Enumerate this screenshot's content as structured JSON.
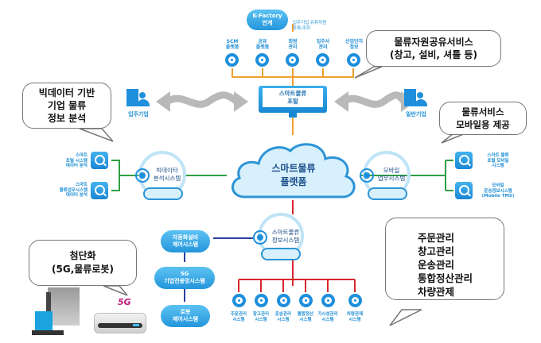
{
  "top": {
    "kfactory_cloud": {
      "line1": "K-Factory",
      "line2": "연계"
    },
    "kfactory_note": {
      "line1": "입주기업 유휴자원",
      "line2": "등록/조회"
    },
    "modules": [
      {
        "line1": "SCM",
        "line2": "플랫폼"
      },
      {
        "line1": "공유",
        "line2": "플랫폼"
      },
      {
        "line1": "회원",
        "line2": "관리"
      },
      {
        "line1": "입주사",
        "line2": "관리"
      },
      {
        "line1": "산업단지",
        "line2": "정보"
      }
    ]
  },
  "portal": {
    "line1": "스마트물류",
    "line2": "포털"
  },
  "tenant_company": {
    "label": "입주기업"
  },
  "general_company": {
    "label": "일반기업"
  },
  "callouts": {
    "resource_sharing": {
      "line1": "물류자원공유서비스",
      "line2": "(창고, 설비, 셔틀 등)"
    },
    "bigdata": {
      "line1": "빅데이터 기반",
      "line2": "기업 물류",
      "line3": "정보 분석"
    },
    "mobile": {
      "line1": "물류서비스",
      "line2": "모바일용 제공"
    },
    "advanced": {
      "line1": "첨단화",
      "line2": "(5G,물류로봇)"
    },
    "management": {
      "lines": [
        "주문관리",
        "창고관리",
        "운송관리",
        "통합정산관리",
        "차량관제"
      ]
    }
  },
  "platform": {
    "line1": "스마트물류",
    "line2": "플랫폼"
  },
  "bigdata_system": {
    "title": {
      "line1": "빅데이터",
      "line2": "분석시스템"
    },
    "inputs": [
      {
        "line1": "스마트",
        "line2": "포털 시스템",
        "line3": "데이터 분석"
      },
      {
        "line1": "스마트",
        "line2": "물류업무시스템",
        "line3": "데이터 분석"
      }
    ]
  },
  "mobile_system": {
    "title": {
      "line1": "모바일",
      "line2": "업무시스템"
    },
    "outputs": [
      {
        "line1": "스마트 물류",
        "line2": "포털 모바일",
        "line3": "시스템"
      },
      {
        "line1": "모바일",
        "line2": "운송정보시스템",
        "line3": "(Mobile TMS)"
      }
    ]
  },
  "info_system": {
    "line1": "스마트물류",
    "line2": "정보시스템"
  },
  "control_systems": [
    {
      "line1": "자동화설비",
      "line2": "제어시스템"
    },
    {
      "line1": "5G",
      "line2": "기업전용망시스템"
    },
    {
      "line1": "로봇",
      "line2": "제어시스템"
    }
  ],
  "sub_systems": [
    {
      "line1": "주문관리",
      "line2": "시스템"
    },
    {
      "line1": "창고관리",
      "line2": "시스템"
    },
    {
      "line1": "운송관리",
      "line2": "시스템"
    },
    {
      "line1": "통합정산",
      "line2": "시스템"
    },
    {
      "line1": "가시성관리",
      "line2": "시스템"
    },
    {
      "line1": "차량관제",
      "line2": "시스템"
    }
  ],
  "robot_badge": "5G",
  "colors": {
    "accent_blue": "#1e8fdc",
    "orange_line": "#f0a030",
    "green_line": "#2e9e44",
    "red_line": "#d8262c",
    "navy_line": "#2a3f9e"
  }
}
